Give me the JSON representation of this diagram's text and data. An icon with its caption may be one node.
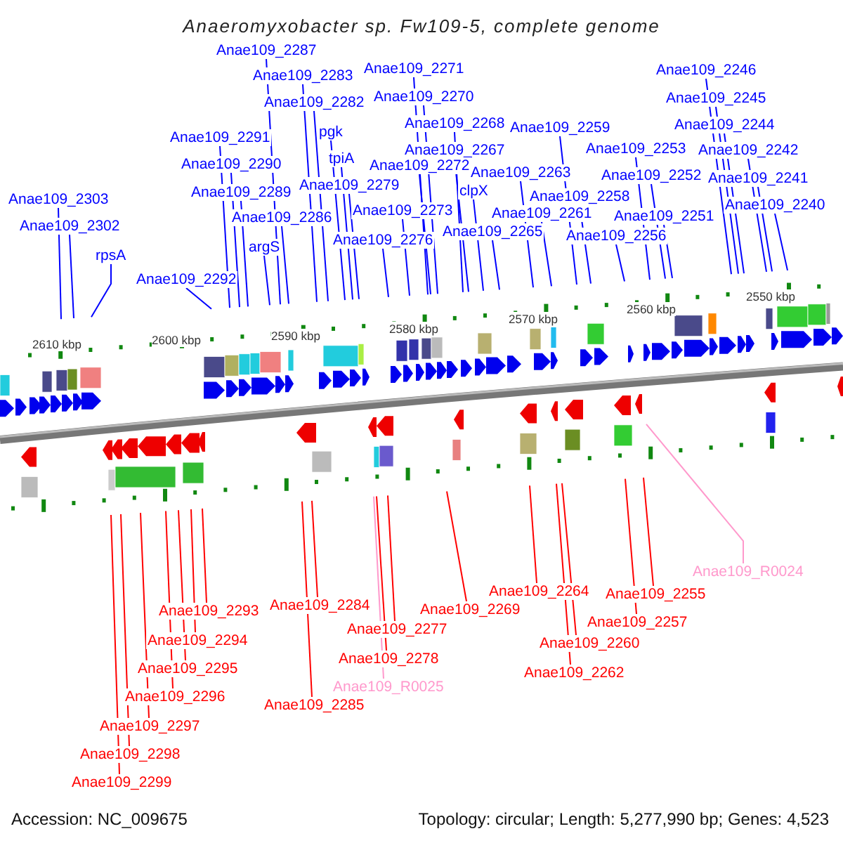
{
  "diagram": {
    "title": "Anaeromyxobacter sp. Fw109-5, complete genome",
    "nodes": [
      {
        "text": [
          "Anae109_2287"
        ]
      },
      {
        "text": [
          "Anae109_2271"
        ]
      },
      {
        "text": [
          "Anae109_2246"
        ]
      },
      {
        "text": [
          "Anae109_2283"
        ]
      },
      {
        "text": [
          "Anae109_2270"
        ]
      },
      {
        "text": [
          "Anae109_2245"
        ]
      },
      {
        "text": [
          "Anae109_2282"
        ]
      },
      {
        "text": [
          "Anae109_2268"
        ]
      },
      {
        "text": [
          "Anae109_2244"
        ]
      },
      {
        "text": [
          "Anae109_2259"
        ]
      },
      {
        "text": [
          "pgk"
        ]
      },
      {
        "text": [
          "Anae109_2291"
        ]
      },
      {
        "text": [
          "Anae109_2253"
        ]
      },
      {
        "text": [
          "Anae109_2267"
        ]
      },
      {
        "text": [
          "Anae109_2242"
        ]
      },
      {
        "text": [
          "tpiA"
        ]
      },
      {
        "text": [
          "Anae109_2290"
        ]
      },
      {
        "text": [
          "Anae109_2272"
        ]
      },
      {
        "text": [
          "Anae109_2263"
        ]
      },
      {
        "text": [
          "Anae109_2252"
        ]
      },
      {
        "text": [
          "Anae109_2241"
        ]
      },
      {
        "text": [
          "Anae109_2279"
        ]
      },
      {
        "text": [
          "clpX"
        ]
      },
      {
        "text": [
          "Anae109_2289"
        ]
      },
      {
        "text": [
          "Anae109_2258"
        ]
      },
      {
        "text": [
          "Anae109_2303"
        ]
      },
      {
        "text": [
          "Anae109_2240"
        ]
      },
      {
        "text": [
          "Anae109_2273"
        ]
      },
      {
        "text": [
          "Anae109_2261"
        ]
      },
      {
        "text": [
          "Anae109_2251"
        ]
      },
      {
        "text": [
          "Anae109_2286"
        ]
      },
      {
        "text": [
          "Anae109_2302"
        ]
      },
      {
        "text": [
          "Anae109_2265"
        ]
      },
      {
        "text": [
          "Anae109_2256"
        ]
      },
      {
        "text": [
          "Anae109_2276"
        ]
      },
      {
        "text": [
          "argS"
        ]
      },
      {
        "text": [
          "rpsA"
        ]
      },
      {
        "text": [
          "Anae109_2292"
        ]
      },
      {
        "text": [
          "Anae109_R0024"
        ]
      },
      {
        "text": [
          "Anae109_2264"
        ]
      },
      {
        "text": [
          "Anae109_2255"
        ]
      },
      {
        "text": [
          "Anae109_2284"
        ]
      },
      {
        "text": [
          "Anae109_2269"
        ]
      },
      {
        "text": [
          "Anae109_2293"
        ]
      },
      {
        "text": [
          "Anae109_2257"
        ]
      },
      {
        "text": [
          "Anae109_2277"
        ]
      },
      {
        "text": [
          "Anae109_2294"
        ]
      },
      {
        "text": [
          "Anae109_2260"
        ]
      },
      {
        "text": [
          "Anae109_2278"
        ]
      },
      {
        "text": [
          "Anae109_2295"
        ]
      },
      {
        "text": [
          "Anae109_2262"
        ]
      },
      {
        "text": [
          "Anae109_R0025"
        ]
      },
      {
        "text": [
          "Anae109_2296"
        ]
      },
      {
        "text": [
          "Anae109_2285"
        ]
      },
      {
        "text": [
          "Anae109_2297"
        ]
      },
      {
        "text": [
          "Anae109_2298"
        ]
      },
      {
        "text": [
          "Anae109_2299"
        ]
      }
    ],
    "edges": [
      {
        "from": 0,
        "to": null,
        "arrow": "none"
      },
      {
        "from": 1,
        "to": null,
        "arrow": "none"
      },
      {
        "from": 2,
        "to": null,
        "arrow": "none"
      },
      {
        "from": 3,
        "to": null,
        "arrow": "none"
      },
      {
        "from": 4,
        "to": null,
        "arrow": "none"
      },
      {
        "from": 5,
        "to": null,
        "arrow": "none"
      },
      {
        "from": 6,
        "to": null,
        "arrow": "none"
      },
      {
        "from": 7,
        "to": null,
        "arrow": "none"
      },
      {
        "from": 8,
        "to": null,
        "arrow": "none"
      },
      {
        "from": 9,
        "to": null,
        "arrow": "none"
      },
      {
        "from": 10,
        "to": null,
        "arrow": "none"
      },
      {
        "from": 11,
        "to": null,
        "arrow": "none"
      },
      {
        "from": 12,
        "to": null,
        "arrow": "none"
      },
      {
        "from": 13,
        "to": null,
        "arrow": "none"
      },
      {
        "from": 14,
        "to": null,
        "arrow": "none"
      },
      {
        "from": 15,
        "to": null,
        "arrow": "none"
      },
      {
        "from": 16,
        "to": null,
        "arrow": "none"
      },
      {
        "from": 17,
        "to": null,
        "arrow": "none"
      },
      {
        "from": 18,
        "to": null,
        "arrow": "none"
      },
      {
        "from": 19,
        "to": null,
        "arrow": "none"
      },
      {
        "from": 20,
        "to": null,
        "arrow": "none"
      },
      {
        "from": 21,
        "to": null,
        "arrow": "none"
      },
      {
        "from": 22,
        "to": null,
        "arrow": "none"
      },
      {
        "from": 23,
        "to": null,
        "arrow": "none"
      },
      {
        "from": 24,
        "to": null,
        "arrow": "none"
      },
      {
        "from": 25,
        "to": null,
        "arrow": "none"
      },
      {
        "from": 26,
        "to": null,
        "arrow": "none"
      },
      {
        "from": 27,
        "to": null,
        "arrow": "none"
      },
      {
        "from": 28,
        "to": null,
        "arrow": "none"
      },
      {
        "from": 29,
        "to": null,
        "arrow": "none"
      },
      {
        "from": 30,
        "to": null,
        "arrow": "none"
      },
      {
        "from": 31,
        "to": null,
        "arrow": "none"
      },
      {
        "from": 32,
        "to": null,
        "arrow": "none"
      },
      {
        "from": 33,
        "to": null,
        "arrow": "none"
      },
      {
        "from": 34,
        "to": null,
        "arrow": "none"
      },
      {
        "from": 35,
        "to": null,
        "arrow": "none"
      },
      {
        "from": 36,
        "to": null,
        "arrow": "none"
      },
      {
        "from": 37,
        "to": null,
        "arrow": "none"
      },
      {
        "from": 38,
        "to": null,
        "arrow": "none",
        "color": "#ff99cc"
      },
      {
        "from": 39,
        "to": null,
        "arrow": "none",
        "color": "#ff0000"
      },
      {
        "from": 40,
        "to": null,
        "arrow": "none",
        "color": "#ff0000"
      },
      {
        "from": 41,
        "to": null,
        "arrow": "none",
        "color": "#ff0000"
      },
      {
        "from": 42,
        "to": null,
        "arrow": "none",
        "color": "#ff0000"
      },
      {
        "from": 43,
        "to": null,
        "arrow": "none",
        "color": "#ff0000"
      },
      {
        "from": 44,
        "to": null,
        "arrow": "none",
        "color": "#ff0000"
      },
      {
        "from": 45,
        "to": null,
        "arrow": "none",
        "color": "#ff0000"
      },
      {
        "from": 46,
        "to": null,
        "arrow": "none",
        "color": "#ff0000"
      },
      {
        "from": 47,
        "to": null,
        "arrow": "none",
        "color": "#ff0000"
      },
      {
        "from": 48,
        "to": null,
        "arrow": "none",
        "color": "#ff0000"
      },
      {
        "from": 49,
        "to": null,
        "arrow": "none",
        "color": "#ff0000"
      },
      {
        "from": 50,
        "to": null,
        "arrow": "none",
        "color": "#ff0000"
      },
      {
        "from": 51,
        "to": null,
        "arrow": "none",
        "color": "#ff99cc"
      },
      {
        "from": 52,
        "to": null,
        "arrow": "none",
        "color": "#ff0000"
      },
      {
        "from": 53,
        "to": null,
        "arrow": "none",
        "color": "#ff0000"
      },
      {
        "from": 54,
        "to": null,
        "arrow": "none",
        "color": "#ff0000"
      },
      {
        "from": 55,
        "to": null,
        "arrow": "none",
        "color": "#ff0000"
      },
      {
        "from": 56,
        "to": null,
        "arrow": "none",
        "color": "#ff0000"
      }
    ],
    "labels": [
      "2610 kbp",
      "2600 kbp",
      "2590 kbp",
      "2580 kbp",
      "2570 kbp",
      "2560 kbp",
      "2550 kbp",
      "Accession: NC_009675",
      "Topology: circular; Length: 5,277,990 bp; Genes: 4,523"
    ]
  }
}
